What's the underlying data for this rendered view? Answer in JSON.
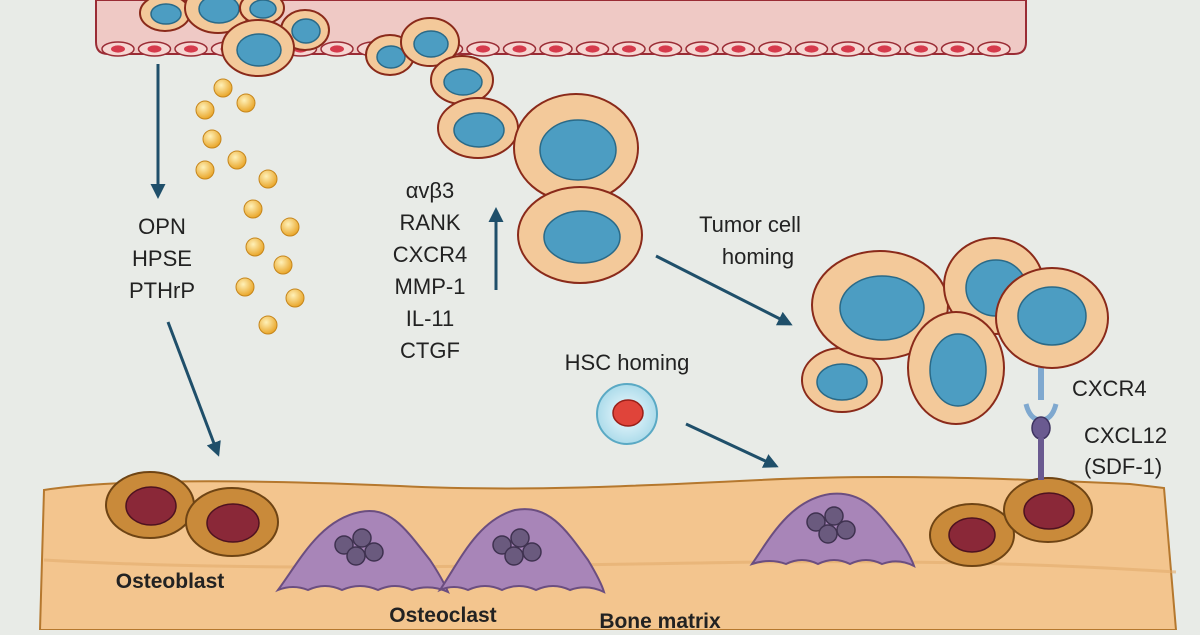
{
  "factors_left": [
    "OPN",
    "HPSE",
    "PTHrP"
  ],
  "factors_center": [
    "αvβ3",
    "RANK",
    "CXCR4",
    "MMP-1",
    "IL-11",
    "CTGF"
  ],
  "tumor_homing": [
    "Tumor cell",
    "homing"
  ],
  "hsc_homing": "HSC homing",
  "receptor": "CXCR4",
  "ligand": [
    "CXCL12",
    "(SDF-1)"
  ],
  "osteoblast": "Osteoblast",
  "osteoclast": "Osteoclast",
  "bone_matrix": "Bone matrix",
  "colors": {
    "background": "#e8ebe7",
    "vessel": "#efc9c5",
    "vessel_edge": "#9a2c35",
    "endothelial_cell": "#d63a4c",
    "tumor_cytoplasm": "#f3c99a",
    "tumor_nucleus": "#4c9dc2",
    "cell_outline": "#8a2a1a",
    "granule": "#f0b33a",
    "arrow": "#1f4f6a",
    "bone": "#f3c58e",
    "osteoblast_cytoplasm": "#c98a3a",
    "osteoblast_nucleus": "#8a2838",
    "osteoclast": "#a885b8",
    "osteoclast_nucleus": "#6a5a7e",
    "hsc_outer": "#bfe3ef",
    "hsc_nucleus": "#e0443a",
    "receptor_stalk": "#6a5a90"
  }
}
